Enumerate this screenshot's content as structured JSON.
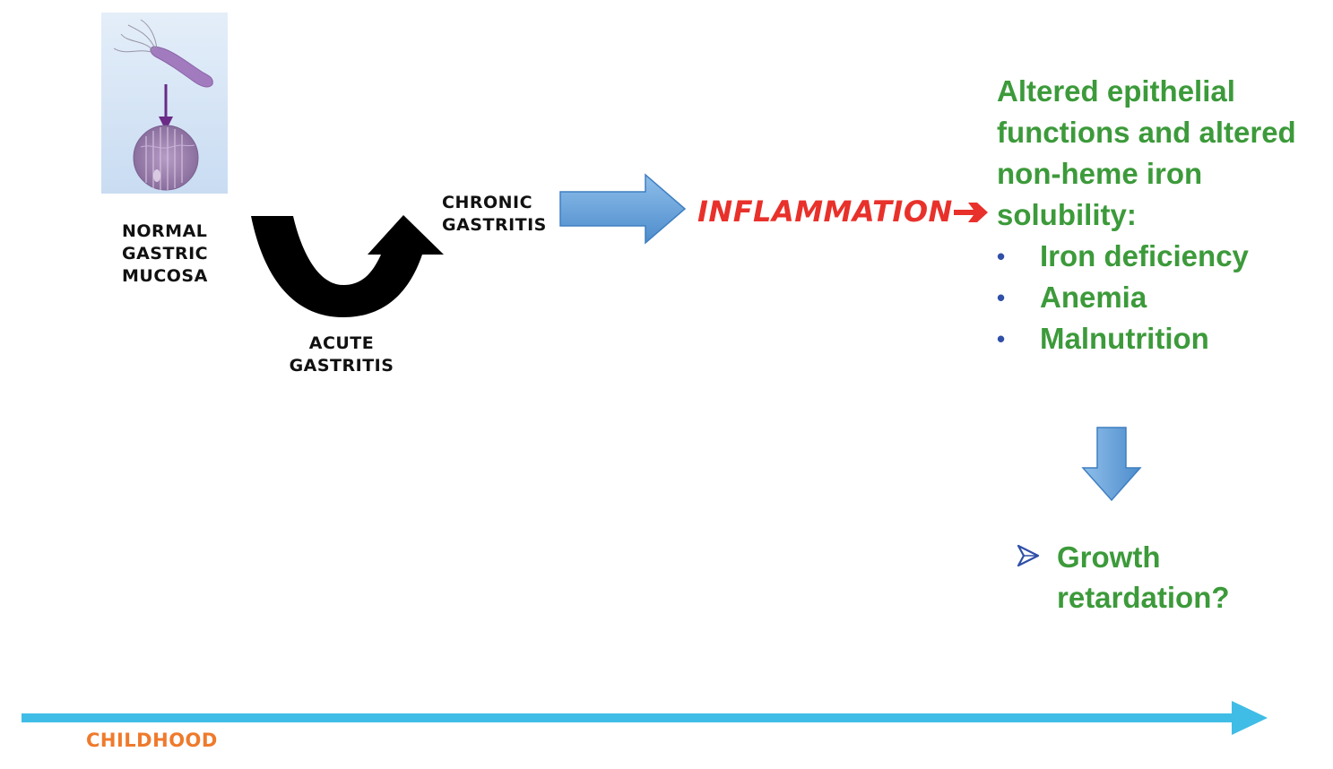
{
  "stages": {
    "normal_lines": [
      "NORMAL",
      "GASTRIC",
      "MUCOSA"
    ],
    "acute_lines": [
      "ACUTE",
      "GASTRITIS"
    ],
    "chronic_lines": [
      "CHRONIC",
      "GASTRITIS"
    ]
  },
  "inflammation": "INFLAMMATION",
  "effects": {
    "heading_lines": [
      "Altered epithelial",
      "functions and altered",
      "non-heme iron",
      "solubility:"
    ],
    "bullets": [
      "Iron deficiency",
      "Anemia",
      "Malnutrition"
    ],
    "bullet_symbol": "•"
  },
  "outcome": {
    "lines": [
      "Growth",
      "retardation?"
    ]
  },
  "timeline": {
    "label": "CHILDHOOD"
  },
  "colors": {
    "effects_text": "#3c9a3a",
    "inflammation_text": "#e8312a",
    "timeline_arrow": "#3fbde6",
    "timeline_label": "#ef7a2c",
    "block_arrow": "#6aa6dc",
    "bullet": "#2f4fa8"
  },
  "icons": {
    "bacterium": "bacterium-illustration",
    "mucosa": "gastric-mucosa-illustration"
  }
}
